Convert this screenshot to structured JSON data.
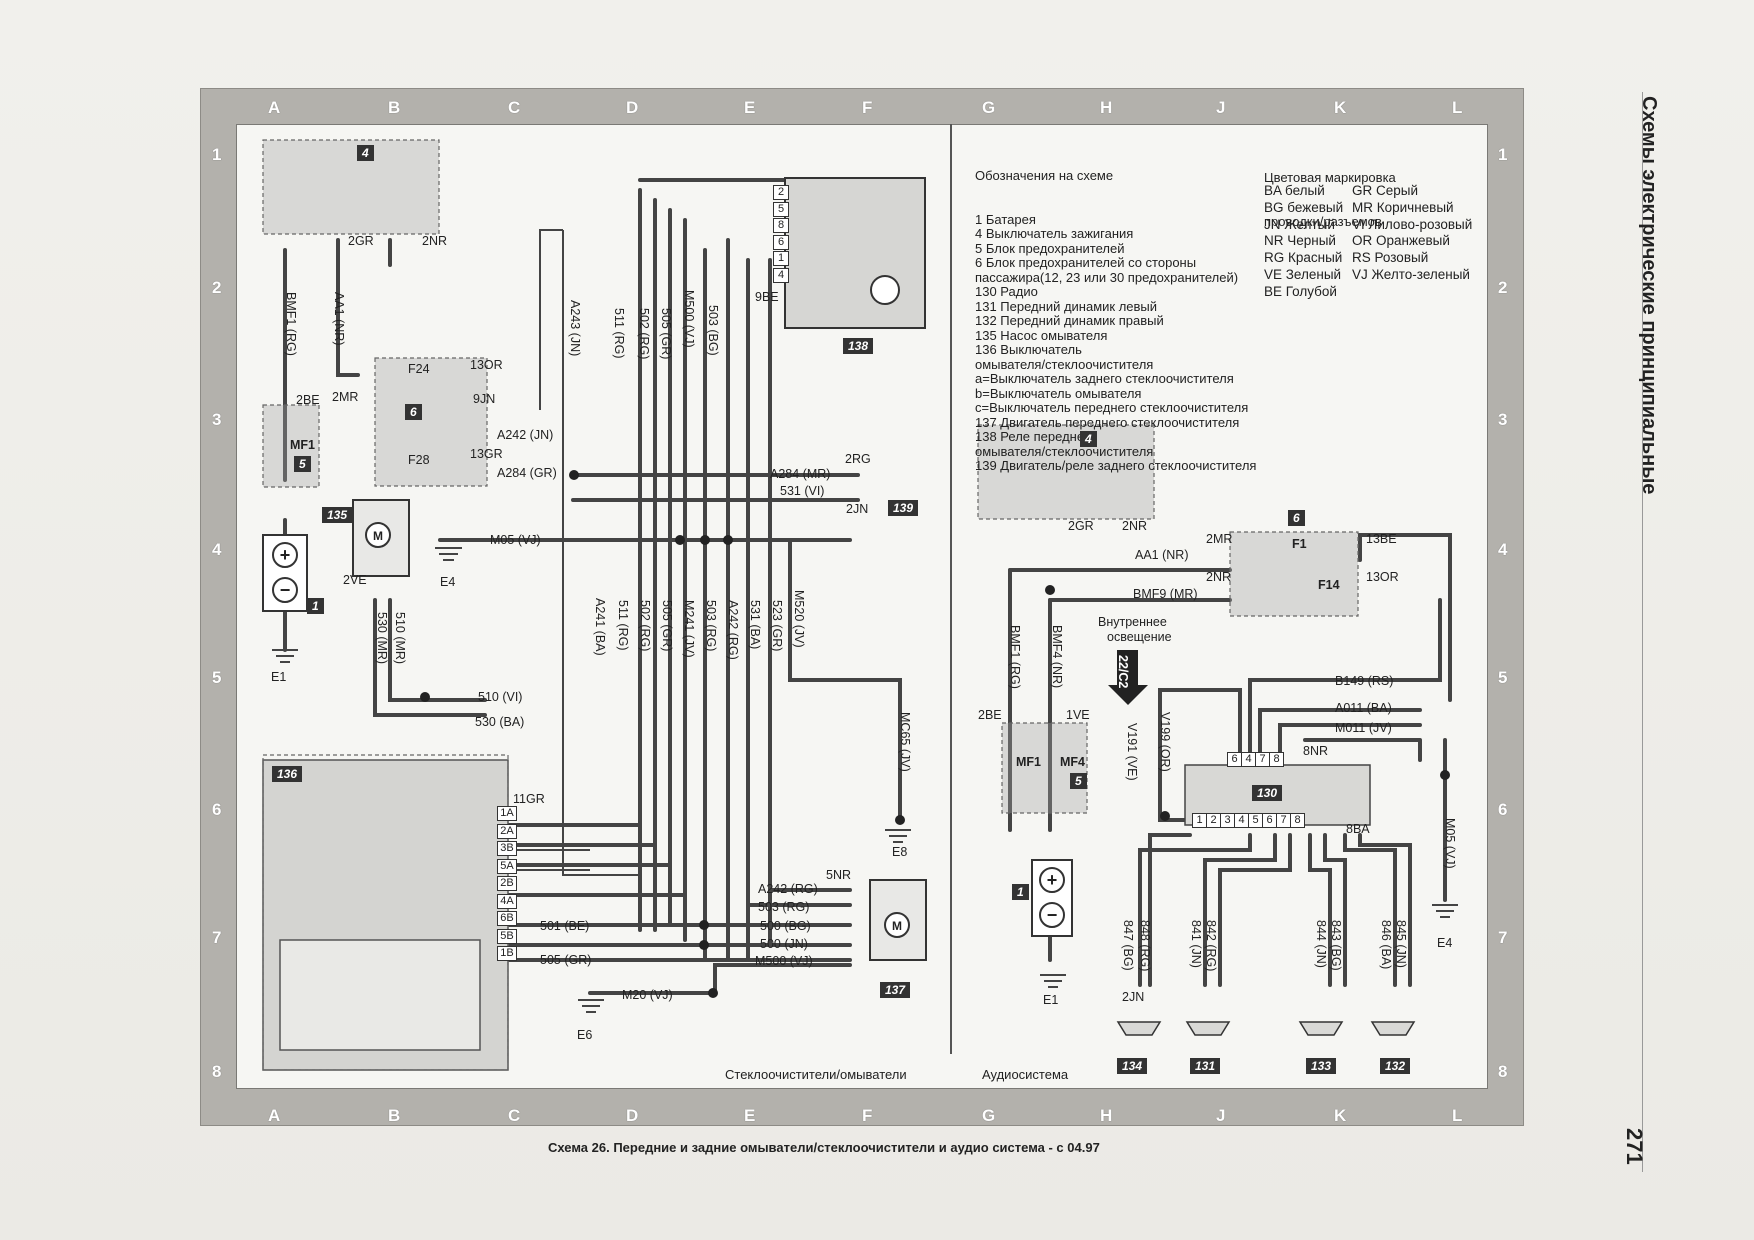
{
  "grid_cols_top": [
    "A",
    "B",
    "C",
    "D",
    "E",
    "F",
    "G",
    "H",
    "J",
    "K",
    "L"
  ],
  "grid_rows": [
    "1",
    "2",
    "3",
    "4",
    "5",
    "6",
    "7",
    "8"
  ],
  "side_title": "Схемы электрические принципиальные",
  "page_number": "271",
  "caption": "Схема 26. Передние и задние омыватели/стеклоочистители и аудио система - с 04.97",
  "section_left": "Стеклоочистители/омыватели",
  "section_right": "Аудиосистема",
  "legend_title": "Обозначения на схеме",
  "legend_items": [
    "1 Батарея",
    "4 Выключатель зажигания",
    "5 Блок предохранителей",
    "6 Блок предохранителей со стороны",
    "пассажира(12, 23 или 30 предохранителей)",
    "130 Радио",
    "131 Передний динамик левый",
    "132 Передний динамик правый",
    "135 Насос омывателя",
    "136 Выключатель",
    "омывателя/стеклоочистителя",
    "а=Выключатель заднего стеклоочистителя",
    "b=Выключатель омывателя",
    "с=Выключатель переднего стеклоочистителя",
    "137 Двигатель переднего стеклоочистителя",
    "138 Реле переднего",
    "омывателя/стеклоочистителя",
    "139 Двигатель/реле заднего стеклоочистителя"
  ],
  "color_title_1": "Цветовая маркировка",
  "color_title_2": "проводки/разъемов",
  "colors_left": [
    "BA белый",
    "BG бежевый",
    "JN Желтый",
    "NR Черный",
    "RG Красный",
    "VE Зеленый",
    "BE Голубой"
  ],
  "colors_right": [
    "GR Серый",
    "MR Коричневый",
    "VI Лилово-розовый",
    "OR Оранжевый",
    "RS Розовый",
    "VJ Желто-зеленый"
  ],
  "components": {
    "c4": "4",
    "c6": "6",
    "c5": "5",
    "c1": "1",
    "c135": "135",
    "c136": "136",
    "c137": "137",
    "c138": "138",
    "c139": "139",
    "c130": "130",
    "c131": "131",
    "c132": "132",
    "c133": "133",
    "c134": "134",
    "c4b": "4",
    "c6b": "6",
    "c5b": "5",
    "c1b": "1"
  },
  "labels": {
    "l2gr": "2GR",
    "l2nr": "2NR",
    "l2mr": "2MR",
    "l13or": "13OR",
    "l9jn": "9JN",
    "l13gr": "13GR",
    "l2be": "2BE",
    "a242": "A242 (JN)",
    "a284": "A284 (GR)",
    "a284mr": "A284 (MR)",
    "w531": "531 (VI)",
    "l2rg": "2RG",
    "l2jn": "2JN",
    "m05": "M05 (VJ)",
    "e4": "E4",
    "e1": "E1",
    "l2ve": "2VE",
    "w510": "510 (VI)",
    "w530": "530 (BA)",
    "l11gr": "11GR",
    "f24": "F24",
    "f28": "F28",
    "mf1": "MF1",
    "w501": "501 (BE)",
    "w500bg": "500 (BG)",
    "w500jn": "500 (JN)",
    "w505": "505 (GR)",
    "a242rg": "A242 (RG)",
    "w503rg": "503 (RG)",
    "m500": "M500 (VJ)",
    "l5nr": "5NR",
    "m20": "M20 (VJ)",
    "e6": "E6",
    "e8": "E8",
    "l9be": "9BE",
    "aa1": "AA1 (NR)",
    "bmf9": "BMF9 (MR)",
    "l2mr_b": "2MR",
    "l2nr_b": "2NR",
    "l13be": "13BE",
    "l13or_b": "13OR",
    "f1": "F1",
    "f14": "F14",
    "int_light_1": "Внутреннее",
    "int_light_2": "освещение",
    "conn": "22/C2",
    "b149": "B149 (RS)",
    "a011": "A011 (BA)",
    "m011": "M011 (JV)",
    "l8nr": "8NR",
    "l8ba": "8BA",
    "l2be_b": "2BE",
    "l1ve": "1VE",
    "mf1b": "MF1",
    "mf4": "MF4",
    "e1b": "E1",
    "e4b": "E4",
    "l2gr_b": "2GR",
    "l2nr_c": "2NR",
    "l2jn_b": "2JN"
  },
  "vertical_labels": {
    "bmf1": "BMF1 (RG)",
    "aa1v": "AA1 (NR)",
    "a243": "A243 (JN)",
    "w511": "511 (RG)",
    "w502": "502 (RG)",
    "w505gr": "505 (GR)",
    "m500v": "M500 (VJ)",
    "w503bg": "503 (BG)",
    "a241": "A241 (BA)",
    "w511b": "511 (RG)",
    "w502b": "502 (RG)",
    "w505b": "505 (GR)",
    "m241": "M241 (JV)",
    "w503b": "503 (RG)",
    "a242v": "A242 (RG)",
    "w531v": "531 (BA)",
    "w523": "523 (GR)",
    "m520": "M520 (JV)",
    "mc65": "MC65 (JV)",
    "w510v": "510 (MR)",
    "w530v": "530 (MR)",
    "bmf1b": "BMF1 (RG)",
    "bmf4": "BMF4 (NR)",
    "v191": "V191 (VE)",
    "v199": "V199 (OR)",
    "m05v": "M05 (VJ)",
    "w847": "847 (BG)",
    "w848": "848 (RG)",
    "w841": "841 (JN)",
    "w842": "842 (RG)",
    "w844": "844 (JN)",
    "w843": "843 (BG)",
    "w846": "846 (BA)",
    "w845": "845 (JN)"
  },
  "pins_138": [
    "2",
    "5",
    "8",
    "6",
    "1",
    "4"
  ],
  "pins_136": [
    "1A",
    "2A",
    "3B",
    "5A",
    "2B",
    "4A",
    "6B",
    "5B",
    "1B"
  ],
  "pins_130_top": [
    "6",
    "4",
    "7",
    "8"
  ],
  "pins_130_bottom": [
    "1",
    "2",
    "3",
    "4",
    "5",
    "6",
    "7",
    "8"
  ]
}
